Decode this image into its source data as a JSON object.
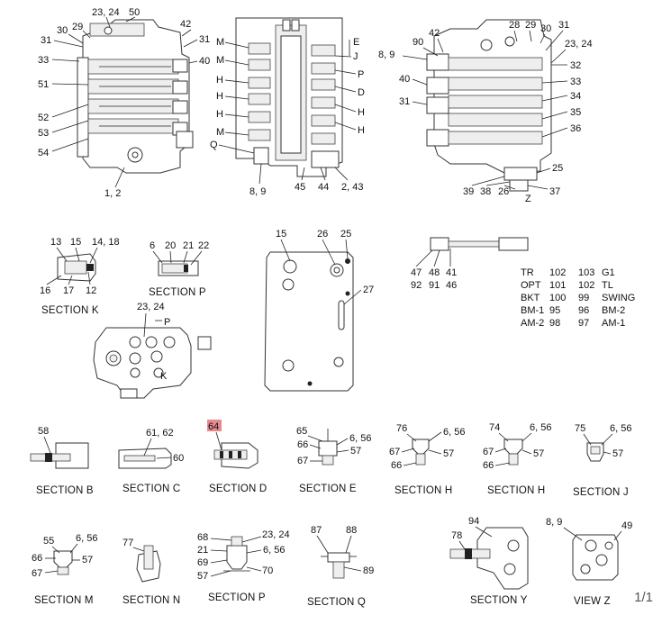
{
  "page": {
    "counter": "1/1",
    "highlight_color": "#e8898f"
  },
  "sections": {
    "K": "SECTION  K",
    "P_top": "SECTION  P",
    "B": "SECTION  B",
    "C": "SECTION  C",
    "D": "SECTION  D",
    "E": "SECTION  E",
    "H1": "SECTION  H",
    "H2": "SECTION  H",
    "J": "SECTION  J",
    "M": "SECTION  M",
    "N": "SECTION  N",
    "P_bot": "SECTION  P",
    "Q": "SECTION  Q",
    "Y": "SECTION  Y",
    "Z": "VIEW  Z"
  },
  "table": [
    [
      "TR",
      "102",
      "103",
      "G1"
    ],
    [
      "OPT",
      "101",
      "102",
      "TL"
    ],
    [
      "BKT",
      "100",
      "99",
      "SWING"
    ],
    [
      "BM-1",
      "95",
      "96",
      "BM-2"
    ],
    [
      "AM-2",
      "98",
      "97",
      "AM-1"
    ]
  ],
  "labels": {
    "v1": [
      "23, 24",
      "50",
      "31",
      "30",
      "29",
      "42",
      "31",
      "40",
      "33",
      "51",
      "52",
      "53",
      "54",
      "1, 2"
    ],
    "v2": [
      "M",
      "M",
      "H",
      "H",
      "H",
      "M",
      "Q",
      "E",
      "J",
      "P",
      "D",
      "H",
      "H",
      "8, 9",
      "45",
      "44",
      "2, 43"
    ],
    "v3": [
      "28",
      "29",
      "30",
      "31",
      "23, 24",
      "8, 9",
      "90",
      "42",
      "32",
      "40",
      "33",
      "31",
      "34",
      "35",
      "36",
      "25",
      "39",
      "38",
      "26",
      "37",
      "Z"
    ],
    "k": [
      "13",
      "15",
      "14, 18",
      "16",
      "17",
      "12"
    ],
    "p": [
      "6",
      "20",
      "21",
      "22"
    ],
    "plate": [
      "15",
      "26",
      "25",
      "27"
    ],
    "spool": [
      "47",
      "48",
      "41",
      "92",
      "91",
      "46"
    ],
    "view_top": [
      "23, 24",
      "P",
      "K"
    ],
    "b": [
      "58"
    ],
    "c": [
      "61, 62",
      "60"
    ],
    "d": [
      "64"
    ],
    "e": [
      "65",
      "6, 56",
      "66",
      "57",
      "67"
    ],
    "h1": [
      "76",
      "6, 56",
      "67",
      "57",
      "66"
    ],
    "h2": [
      "74",
      "6, 56",
      "67",
      "57",
      "66"
    ],
    "j": [
      "75",
      "6, 56",
      "57"
    ],
    "m": [
      "55",
      "6, 56",
      "66",
      "57",
      "67"
    ],
    "n": [
      "77"
    ],
    "pb": [
      "68",
      "23, 24",
      "21",
      "6, 56",
      "69",
      "70",
      "57"
    ],
    "q": [
      "87",
      "88",
      "89"
    ],
    "y": [
      "94",
      "78"
    ],
    "z": [
      "8, 9",
      "49"
    ]
  }
}
